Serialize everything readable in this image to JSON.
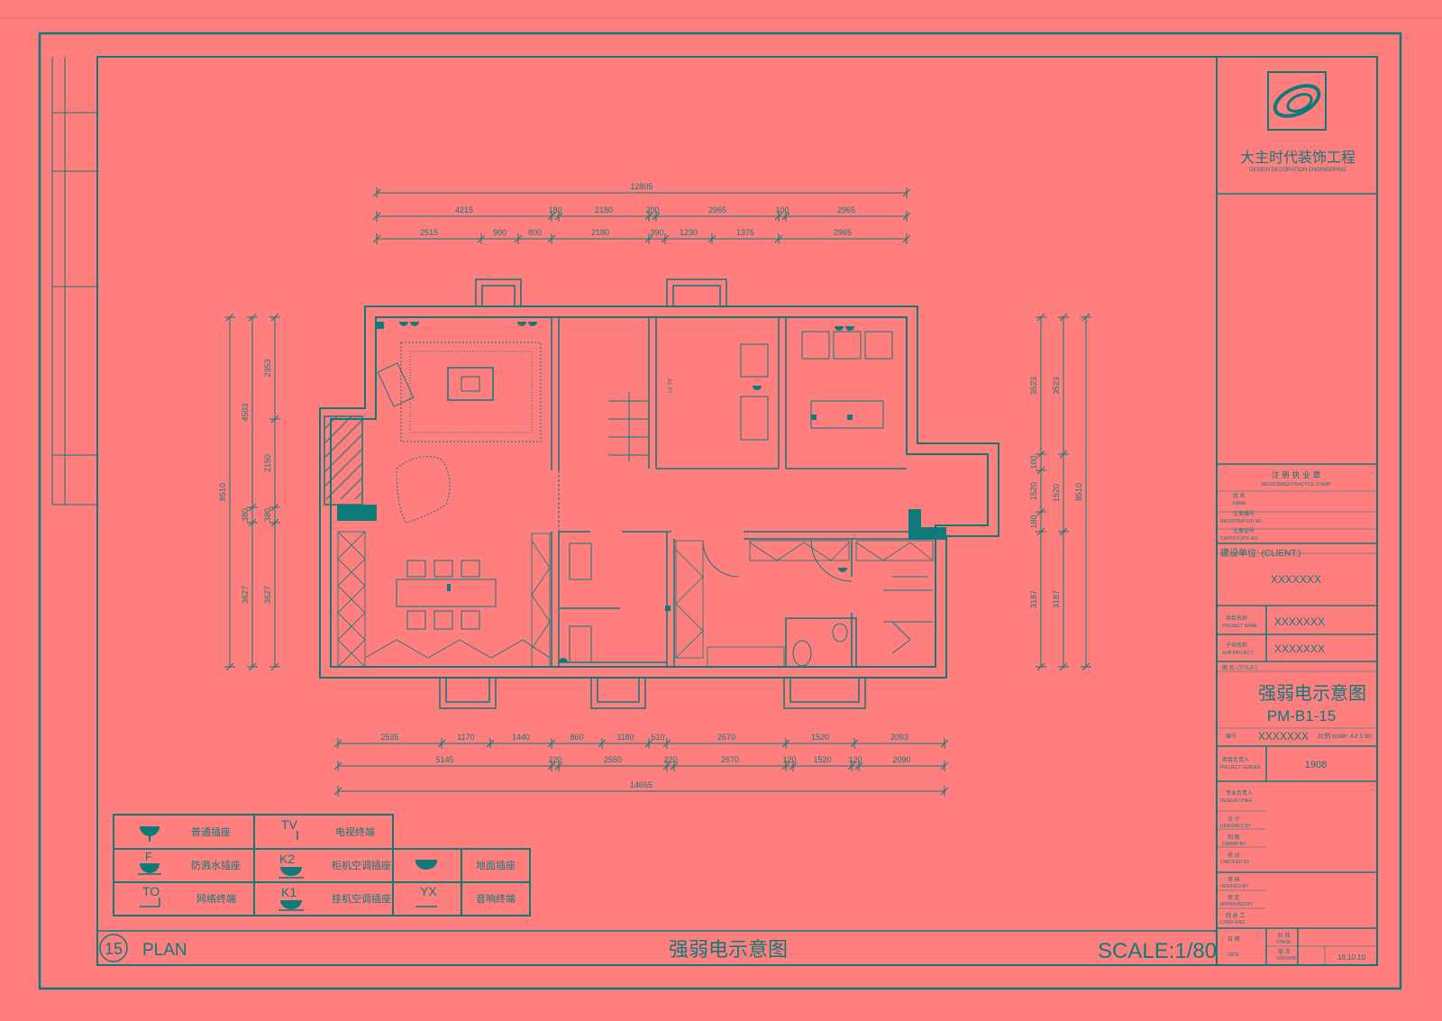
{
  "colors": {
    "background": "#ff7f7f",
    "line": "#0e7a7a"
  },
  "dimensions": {
    "top_total": "12805",
    "top_row1": [
      "4215",
      "180",
      "2180",
      "200",
      "2965",
      "100",
      "2965"
    ],
    "top_row2": [
      "2515",
      "900",
      "800",
      "2180",
      "390",
      "1230",
      "1375",
      "2965"
    ],
    "bottom_row1": [
      "2535",
      "1170",
      "1440",
      "860",
      "1180",
      "510",
      "2670",
      "1520",
      "2093"
    ],
    "bottom_row2": [
      "5145",
      "220",
      "2550",
      "220",
      "2670",
      "120",
      "1520",
      "120",
      "2090"
    ],
    "bottom_total": "14655",
    "left_outer": [
      "4503",
      "380",
      "3627"
    ],
    "left_total": "8510",
    "left_inner": [
      "2353",
      "2150",
      "380",
      "3627"
    ],
    "right_inner": [
      "3523",
      "100",
      "1520",
      "180",
      "3187"
    ],
    "right_outer": [
      "3523",
      "1520",
      "3187"
    ],
    "right_total": "8510",
    "room_label": "A1 XY"
  },
  "legend": {
    "row1": [
      {
        "symbol": "",
        "label": "普通插座",
        "icon": "socket-icon"
      },
      {
        "symbol": "TV",
        "label": "电视终端",
        "icon": "tv-terminal-icon"
      }
    ],
    "row2": [
      {
        "symbol": "F",
        "label": "防溅水插座",
        "icon": "splash-socket-icon"
      },
      {
        "symbol": "K2",
        "label": "柜机空调插座",
        "icon": "cabinet-ac-socket-icon"
      },
      {
        "symbol": "",
        "label": "地面插座",
        "icon": "floor-socket-icon"
      }
    ],
    "row3": [
      {
        "symbol": "TO",
        "label": "网络终端",
        "icon": "network-terminal-icon"
      },
      {
        "symbol": "K1",
        "label": "挂机空调插座",
        "icon": "wall-ac-socket-icon"
      },
      {
        "symbol": "YX",
        "label": "音响终端",
        "icon": "audio-terminal-icon"
      }
    ]
  },
  "footer": {
    "number": "15",
    "label": "PLAN",
    "title": "强弱电示意图",
    "scale": "SCALE:1/80"
  },
  "title_block": {
    "company_cn": "大主时代装饰工程",
    "company_en": "DESIGN DECORATION ENGINEERING",
    "license_title": "注 册 执 业 章",
    "license_sub": "REGISTERED PRACTICE STAMP",
    "license_name_label": "姓  名",
    "license_name_en": "NAME",
    "license_reg_label": "注册编号",
    "license_reg_en": "REGISTRATION NO.",
    "license_cert_label": "注册证号",
    "license_cert_en": "CERTIFICATE NO.",
    "client_label": "建设单位: (CLIENT:)",
    "client_value": "XXXXXXX",
    "project_label": "项目名称",
    "project_label_en": "PROJECT NAME",
    "project_value": "XXXXXXX",
    "subproject_label": "子项名称",
    "subproject_label_en": "SUB PROJECT",
    "subproject_value": "XXXXXXX",
    "drawing_name_label": "图  名: (TITLE:)",
    "drawing_title": "强弱电示意图",
    "drawing_no": "PM-B1-15",
    "drawing_meta_prefix": "编号",
    "drawing_meta_value": "XXXXXXX",
    "drawing_meta_scale": "比例 scale: A3 1:80",
    "pm_label": "项目负责人",
    "pm_label_en": "PROJECT LEADER",
    "pm_value": "1908",
    "chief_label": "专业负责人",
    "chief_label_en": "DESIGN CHIEF",
    "design_label": "设  计",
    "design_label_en": "DESIGNED BY",
    "draw_label": "制  图",
    "draw_label_en": "DRAWN BY",
    "check_label": "校  对",
    "check_label_en": "CHECKED BY",
    "verify_label": "审  核",
    "verify_label_en": "VERIFIED BY",
    "approve_label": "审  定",
    "approve_label_en": "APPROVED BY",
    "chief_eng_label": "院 总 工",
    "chief_eng_label_en": "CHIEF ENG.",
    "phase_label": "阶  段",
    "phase_label_en": "STAGE",
    "version_label": "版  次",
    "version_label_en": "VERSION",
    "date_label": "日  期",
    "date_label_en": "DATE",
    "date_value": "18.10.10"
  }
}
